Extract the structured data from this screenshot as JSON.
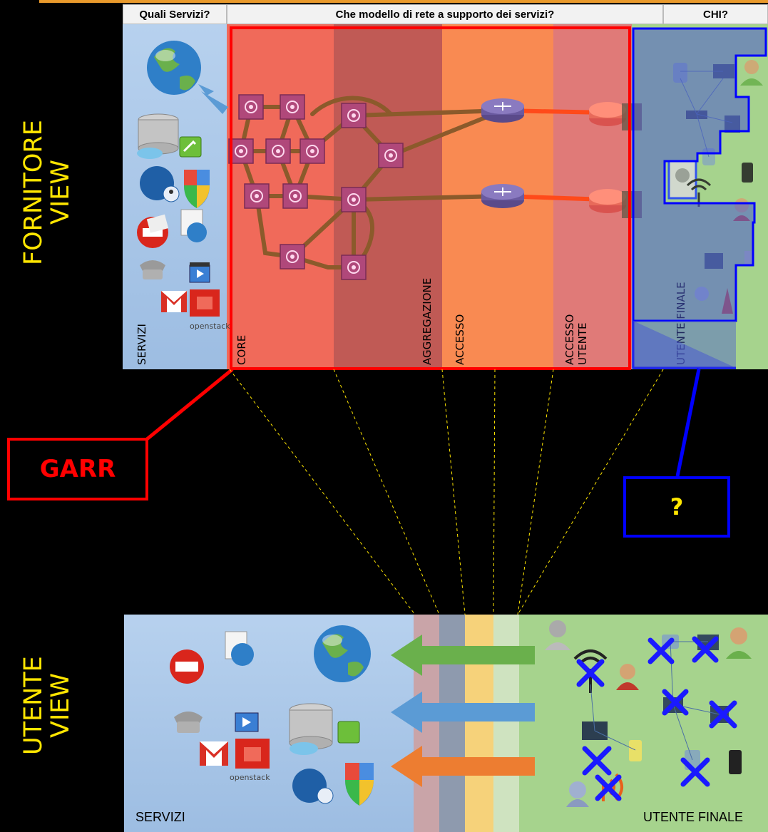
{
  "top_view": {
    "side_label": "FORNITORE VIEW",
    "headers": {
      "services": "Quali Servizi?",
      "network": "Che modello di rete a supporto dei servizi?",
      "who": "CHI?"
    },
    "columns": {
      "servizi": "SERVIZI",
      "core": "CORE",
      "aggregazione": "AGGREGAZIONE",
      "accesso": "ACCESSO",
      "accesso_utente": "ACCESSO UTENTE",
      "utente_finale": "UTENTE FINALE"
    },
    "service_icons": [
      "globe-icon",
      "database-icon",
      "key-icon",
      "shield-icon",
      "user-globe-icon",
      "blocked-mail-icon",
      "url-globe-icon",
      "telephone-icon",
      "video-icon",
      "gmail-icon",
      "openstack-icon"
    ],
    "openstack_label": "openstack"
  },
  "callouts": {
    "garr": "GARR",
    "unknown": "?"
  },
  "bottom_view": {
    "side_label": "UTENTE VIEW",
    "servizi": "SERVIZI",
    "utente_finale": "UTENTE FINALE",
    "openstack_label": "openstack"
  },
  "colors": {
    "garr_red": "#ff0000",
    "blue_outline": "#0000ff",
    "side_label_yellow": "#ffe600",
    "services_bg": "#a9c6e6",
    "core_bg": "#f06a5a",
    "aggregazione_bg": "#c05a55",
    "accesso_bg": "#f98a52",
    "accesso_utente_bg": "#e07a78",
    "utente_bg": "#a6d38d"
  }
}
